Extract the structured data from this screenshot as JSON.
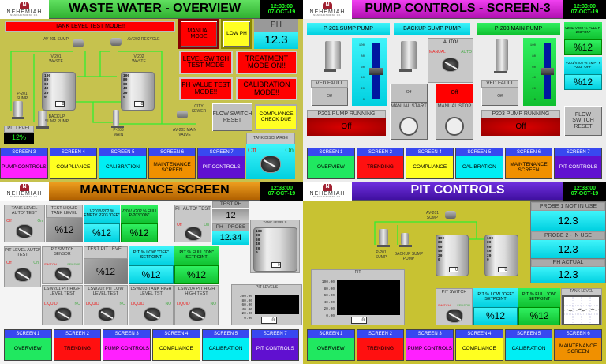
{
  "logo": {
    "brand": "NEHEMIAH",
    "sub": "MANUFACTURING CO.",
    "mark": "N"
  },
  "clock": {
    "time": "12:33:00",
    "date": "07-OCT-19"
  },
  "tank_scale": [
    "100",
    "80",
    "60",
    "40",
    "20",
    "0"
  ],
  "colors": {
    "cyan": "#00e8f0",
    "green": "#20e050",
    "red": "#ff0000",
    "yellow": "#ffff20",
    "magenta": "#ff20ff",
    "orange": "#f09000",
    "purple": "#6010d0",
    "nav_header": "#3848f0",
    "olive": "#c6c24e"
  },
  "p1": {
    "title": "WASTE WATER - OVERVIEW",
    "banner": "TANK LEVEL TEST MODE!!",
    "manual_mode": "MANUAL MODE",
    "low_ph": "LOW PH",
    "ph_label": "PH",
    "ph_value": "12.3",
    "level_switch": "LEVEL SWITCH TEST MODE",
    "treatment": "TREATMENT MODE ON!!",
    "ph_test": "PH VALUE TEST MODE!!",
    "calibration": "CALIBRATION MODE!!",
    "flow_reset": "FLOW SWITCH RESET",
    "compliance_due": "COMPLIANCE CHECK DUE",
    "pit_level_label": "PIT LEVEL",
    "pit_level_value": "12%",
    "tank_discharge": "TANK DISCHARGE",
    "sw_off": "Off",
    "sw_on": "On",
    "labels": {
      "av201": "AV-201 SUMP",
      "av202": "AV-202 RECYCLE",
      "v201": "V-201 WASTE",
      "v202": "V-202 WASTE",
      "p201": "P-201 SUMP",
      "backup": "BACKUP SUMP PUMP",
      "p203": "P-203 MAIN",
      "av203": "AV-203 MAIN VALVE",
      "city": "CITY SEWER"
    },
    "tank_values": [
      "0",
      "0"
    ],
    "nav": [
      {
        "h": "SCREEN 3",
        "t": "PUMP CONTROLS",
        "c": "#ff20ff"
      },
      {
        "h": "SCREEN 4",
        "t": "COMPLIANCE",
        "c": "#ffff20"
      },
      {
        "h": "SCREEN 5",
        "t": "CALIBRATION",
        "c": "#00eef4"
      },
      {
        "h": "SCREEN 6",
        "t": "MAINTENANCE SCREEN",
        "c": "#f09000"
      },
      {
        "h": "SCREEN 7",
        "t": "PIT CONTROLS",
        "c": "#6010d0"
      }
    ]
  },
  "p2": {
    "title": "PUMP CONTROLS - SCREEN-3",
    "h_p201": "P-201 SUMP PUMP",
    "h_backup": "BACKUP SUMP PUMP",
    "h_p203": "P-203 MAIN PUMP",
    "full_label": "V201/ V202 % FULL P-203 \"ON\"",
    "full_value": "%12",
    "empty_label": "V201/V202 % EMPTY P203 \"OFF\"",
    "empty_value": "%12",
    "slider_scale": [
      "100",
      "80",
      "60",
      "40",
      "20",
      "0"
    ],
    "slider_p201": 50,
    "slider_p203": 50,
    "vfd_label": "VFD FAULT",
    "vfd1": "Off",
    "vfd2": "Off",
    "auto_label": "AUTO/",
    "sw_manual": "MANUAL",
    "sw_auto": "AUTO",
    "off_grey": "Off",
    "off_red": "Off",
    "manual_start": "MANUAL START",
    "manual_stop": "MANUAL STOP",
    "p201_running": "P201 PUMP RUNNING",
    "p201_state": "Off",
    "p203_running": "P203 PUMP RUNNING",
    "p203_state": "Off",
    "flow_reset": "FLOW SWITCH RESET",
    "nav": [
      {
        "h": "SCREEN 1",
        "t": "OVERVIEW",
        "c": "#20e860"
      },
      {
        "h": "SCREEN 2",
        "t": "TRENDING",
        "c": "#ff1010"
      },
      {
        "h": "SCREEN 4",
        "t": "COMPLIANCE",
        "c": "#ffff20"
      },
      {
        "h": "SCREEN 5",
        "t": "CALIBRATION",
        "c": "#00eef4"
      },
      {
        "h": "SCREEN 6",
        "t": "MAINTENANCE SCREEN",
        "c": "#f09000"
      },
      {
        "h": "SCREEN 7",
        "t": "PIT CONTROLS",
        "c": "#6010d0"
      }
    ]
  },
  "p3": {
    "title": "MAINTENANCE SCREEN",
    "tank_auto": "TANK LEVEL AUTO/ TEST",
    "test_liquid": "TEST LIQUID TANK LEVEL",
    "test_liquid_v": "%12",
    "empty_label": "V201/V202 % EMPTY P203 \"OFF\"",
    "empty_v": "%12",
    "full_label": "V201/ V202 % FULL P-203 \"ON\"",
    "full_v": "%12",
    "ph_auto": "PH AUTO/ TEST",
    "test_ph": "TEST PH",
    "test_ph_v": "12",
    "ph_probe": "PH - PROBE",
    "ph_probe_v": "12.34",
    "tank_levels": "TANK LEVELS",
    "tank_levels_v": "0",
    "pit_auto": "PIT LEVEL AUTO/ TEST",
    "pit_switch": "PIT SWITCH SENSOR",
    "test_pit": "TEST PIT LEVEL",
    "test_pit_v": "%12",
    "pit_low": "PIT % LOW \"OFF\" SETPOINT",
    "pit_low_v": "%12",
    "pit_full": "PIT % FULL \"ON\" SETPOINT",
    "pit_full_v": "%12",
    "sw_off": "Off",
    "sw_on": "On",
    "sw_switch": "SWITCH",
    "sw_sensor": "SENSOR",
    "sw_liquid": "LIQUID",
    "sw_no": "NO",
    "lsw": [
      "LSW201 PIT HIGH LEVEL TEST",
      "LSW202 PIT LOW LEVEL TEST",
      "LSW203 TANK HIGH LEVEL TST",
      "LSW204 PIT HIGH HIGH TEST"
    ],
    "pit_levels": "PIT LEVELS",
    "pit_levels_v": "0",
    "chart_ticks": [
      "100.00",
      "80.00",
      "60.00",
      "40.00",
      "20.00",
      "0.00"
    ],
    "nav": [
      {
        "h": "SCREEN 1",
        "t": "OVERVIEW",
        "c": "#20e860"
      },
      {
        "h": "SCREEN 2",
        "t": "TRENDING",
        "c": "#ff1010"
      },
      {
        "h": "SCREEN 3",
        "t": "PUMP CONTROLS",
        "c": "#ff20ff"
      },
      {
        "h": "SCREEN 4",
        "t": "COMPLIANCE",
        "c": "#ffff20"
      },
      {
        "h": "SCREEN 5",
        "t": "CALIBRATION",
        "c": "#00eef4"
      },
      {
        "h": "SCREEN 7",
        "t": "PIT CONTROLS",
        "c": "#6010d0"
      }
    ]
  },
  "p4": {
    "title": "PIT CONTROLS",
    "probe1": "PROBE 1 NOT IN USE",
    "probe1_v": "12.3",
    "probe2": "PROBE 2 - IN USE",
    "probe2_v": "12.3",
    "ph_actual": "PH ACTUAL",
    "ph_actual_v": "12.3",
    "labels": {
      "av201": "AV-201 SUMP",
      "p201": "P-201 SUMP",
      "backup": "BACKUP SUMP PUMP"
    },
    "tank_values": [
      "0",
      "0"
    ],
    "pit": "PIT",
    "pit_v": "0",
    "chart_ticks": [
      "100.00",
      "80.00",
      "60.00",
      "40.00",
      "20.00",
      "0.00"
    ],
    "pit_switch": "PIT SWITCH",
    "sw_switch": "SWITCH",
    "sw_sensor": "SENSOR",
    "pit_low": "PIT % LOW \"OFF\" SETPOINT",
    "pit_low_v": "%12",
    "pit_full": "PIT % FULL \"ON\" SETPOINT",
    "pit_full_v": "%12",
    "tank_level": "TANK LEVEL",
    "nav": [
      {
        "h": "SCREEN 1",
        "t": "OVERVIEW",
        "c": "#20e860"
      },
      {
        "h": "SCREEN 2",
        "t": "TRENDING",
        "c": "#ff1010"
      },
      {
        "h": "SCREEN 3",
        "t": "PUMP CONTROLS",
        "c": "#ff20ff"
      },
      {
        "h": "SCREEN 4",
        "t": "COMPLIANCE",
        "c": "#ffff20"
      },
      {
        "h": "SCREEN 5",
        "t": "CALIBRATION",
        "c": "#00eef4"
      },
      {
        "h": "SCREEN 6",
        "t": "MAINTENANCE SCREEN",
        "c": "#f09000"
      }
    ]
  }
}
